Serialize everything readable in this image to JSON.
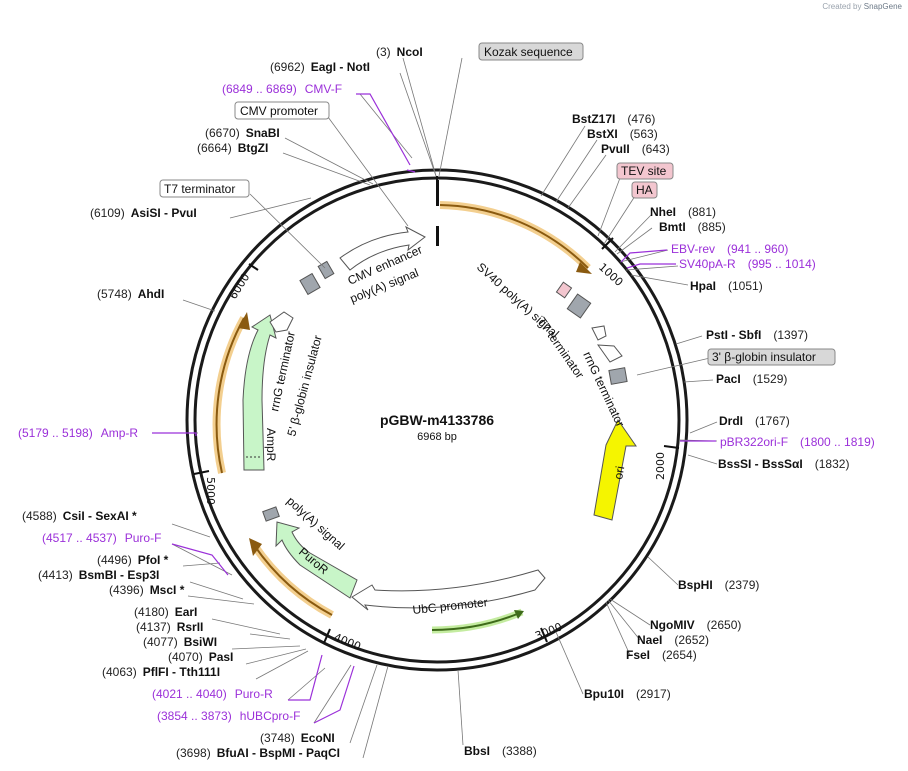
{
  "brand": {
    "created_by": "Created by",
    "name": "SnapGene"
  },
  "plasmid": {
    "name": "pGBW-m4133786",
    "length": "6968 bp"
  },
  "ticks": [
    "1000",
    "2000",
    "3000",
    "4000",
    "5000",
    "6000"
  ],
  "enzymes_left": [
    {
      "pos": "(3)",
      "name": "NcoI"
    },
    {
      "pos": "(6962)",
      "name": "EagI  -  NotI"
    },
    {
      "pos": "(6670)",
      "name": "SnaBI"
    },
    {
      "pos": "(6664)",
      "name": "BtgZI"
    },
    {
      "pos": "(6109)",
      "name": "AsiSI  -  PvuI"
    },
    {
      "pos": "(5748)",
      "name": "AhdI"
    },
    {
      "pos": "(4588)",
      "name": "CsiI  -  SexAI *"
    },
    {
      "pos": "(4496)",
      "name": "PfoI *"
    },
    {
      "pos": "(4413)",
      "name": "BsmBI  -  Esp3I"
    },
    {
      "pos": "(4396)",
      "name": "MscI *"
    },
    {
      "pos": "(4180)",
      "name": "EarI"
    },
    {
      "pos": "(4137)",
      "name": "RsrII"
    },
    {
      "pos": "(4077)",
      "name": "BsiWI"
    },
    {
      "pos": "(4070)",
      "name": "PasI"
    },
    {
      "pos": "(4063)",
      "name": "PflFI  -  Tth111I"
    },
    {
      "pos": "(3748)",
      "name": "EcoNI"
    },
    {
      "pos": "(3698)",
      "name": "BfuAI  -  BspMI  -  PaqCI"
    }
  ],
  "enzymes_right": [
    {
      "name": "BstZ17I",
      "pos": "(476)"
    },
    {
      "name": "BstXI",
      "pos": "(563)"
    },
    {
      "name": "PvuII",
      "pos": "(643)"
    },
    {
      "name": "NheI",
      "pos": "(881)"
    },
    {
      "name": "BmtI",
      "pos": "(885)"
    },
    {
      "name": "HpaI",
      "pos": "(1051)"
    },
    {
      "name": "PstI  -  SbfI",
      "pos": "(1397)"
    },
    {
      "name": "PacI",
      "pos": "(1529)"
    },
    {
      "name": "DrdI",
      "pos": "(1767)"
    },
    {
      "name": "BssSI  -  BssSαI",
      "pos": "(1832)"
    },
    {
      "name": "BspHI",
      "pos": "(2379)"
    },
    {
      "name": "NgoMIV",
      "pos": "(2650)"
    },
    {
      "name": "NaeI",
      "pos": "(2652)"
    },
    {
      "name": "FseI",
      "pos": "(2654)"
    },
    {
      "name": "Bpu10I",
      "pos": "(2917)"
    },
    {
      "name": "BbsI",
      "pos": "(3388)"
    }
  ],
  "primers": [
    {
      "range": "(6849 .. 6869)",
      "name": "CMV-F"
    },
    {
      "name": "EBV-rev",
      "range": "(941 .. 960)"
    },
    {
      "name": "SV40pA-R",
      "range": "(995 .. 1014)"
    },
    {
      "name": "pBR322ori-F",
      "range": "(1800 .. 1819)"
    },
    {
      "range": "(5179 .. 5198)",
      "name": "Amp-R"
    },
    {
      "range": "(4517 .. 4537)",
      "name": "Puro-F"
    },
    {
      "range": "(4021 .. 4040)",
      "name": "Puro-R"
    },
    {
      "range": "(3854 .. 3873)",
      "name": "hUBCpro-F"
    }
  ],
  "boxed_features": {
    "kozak": "Kozak sequence",
    "cmv_promoter": "CMV promoter",
    "t7_terminator": "T7 terminator",
    "tev_site": "TEV site",
    "ha": "HA",
    "globin_3": "3' β-globin insulator"
  },
  "inner_features": {
    "cmv_enhancer": "CMV enhancer",
    "polya_top": "poly(A) signal",
    "sv40_polya": "SV40 poly(A) signal",
    "t7_term": "T7 terminator",
    "rrng_right": "rrnG terminator",
    "ori": "ori",
    "rrng_left": "rrnG terminator",
    "globin_5": "5' β-globin insulator",
    "ampr": "AmpR",
    "polya_left": "poly(A) signal",
    "puror": "PuroR",
    "ubc": "UbC promoter"
  },
  "colors": {
    "backbone": "#1a1a1a",
    "orf_orange": "#e8a02a",
    "ori_yellow": "#f5f500",
    "resistance_green": "#c8f5c8",
    "promoter_white": "#ffffff",
    "primer_purple": "#9b30d9",
    "site_pink": "#f3c6cf",
    "grey_feature": "#a0a6ad"
  }
}
